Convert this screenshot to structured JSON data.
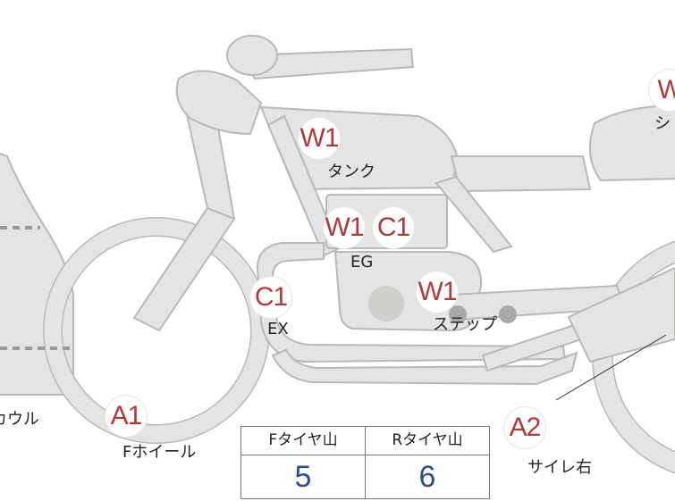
{
  "colors": {
    "part_fill": "#e4e4e2",
    "part_stroke": "#b8b8b4",
    "badge_text": "#b03a3a",
    "value_text": "#2e4f8a"
  },
  "labels": {
    "tank": "タンク",
    "eg": "EG",
    "ex": "EX",
    "step": "ステップ",
    "cowl": "カウル",
    "f_wheel": "Fホイール",
    "side_right": "サイレ右",
    "seat": "シ"
  },
  "badges": {
    "tank": "W1",
    "eg_w": "W1",
    "eg_c": "C1",
    "ex": "C1",
    "step": "W1",
    "f_wheel": "A1",
    "side_right": "A2",
    "seat": "W"
  },
  "tread_table": {
    "front_header": "Fタイヤ山",
    "rear_header": "Rタイヤ山",
    "front_value": "5",
    "rear_value": "6"
  }
}
